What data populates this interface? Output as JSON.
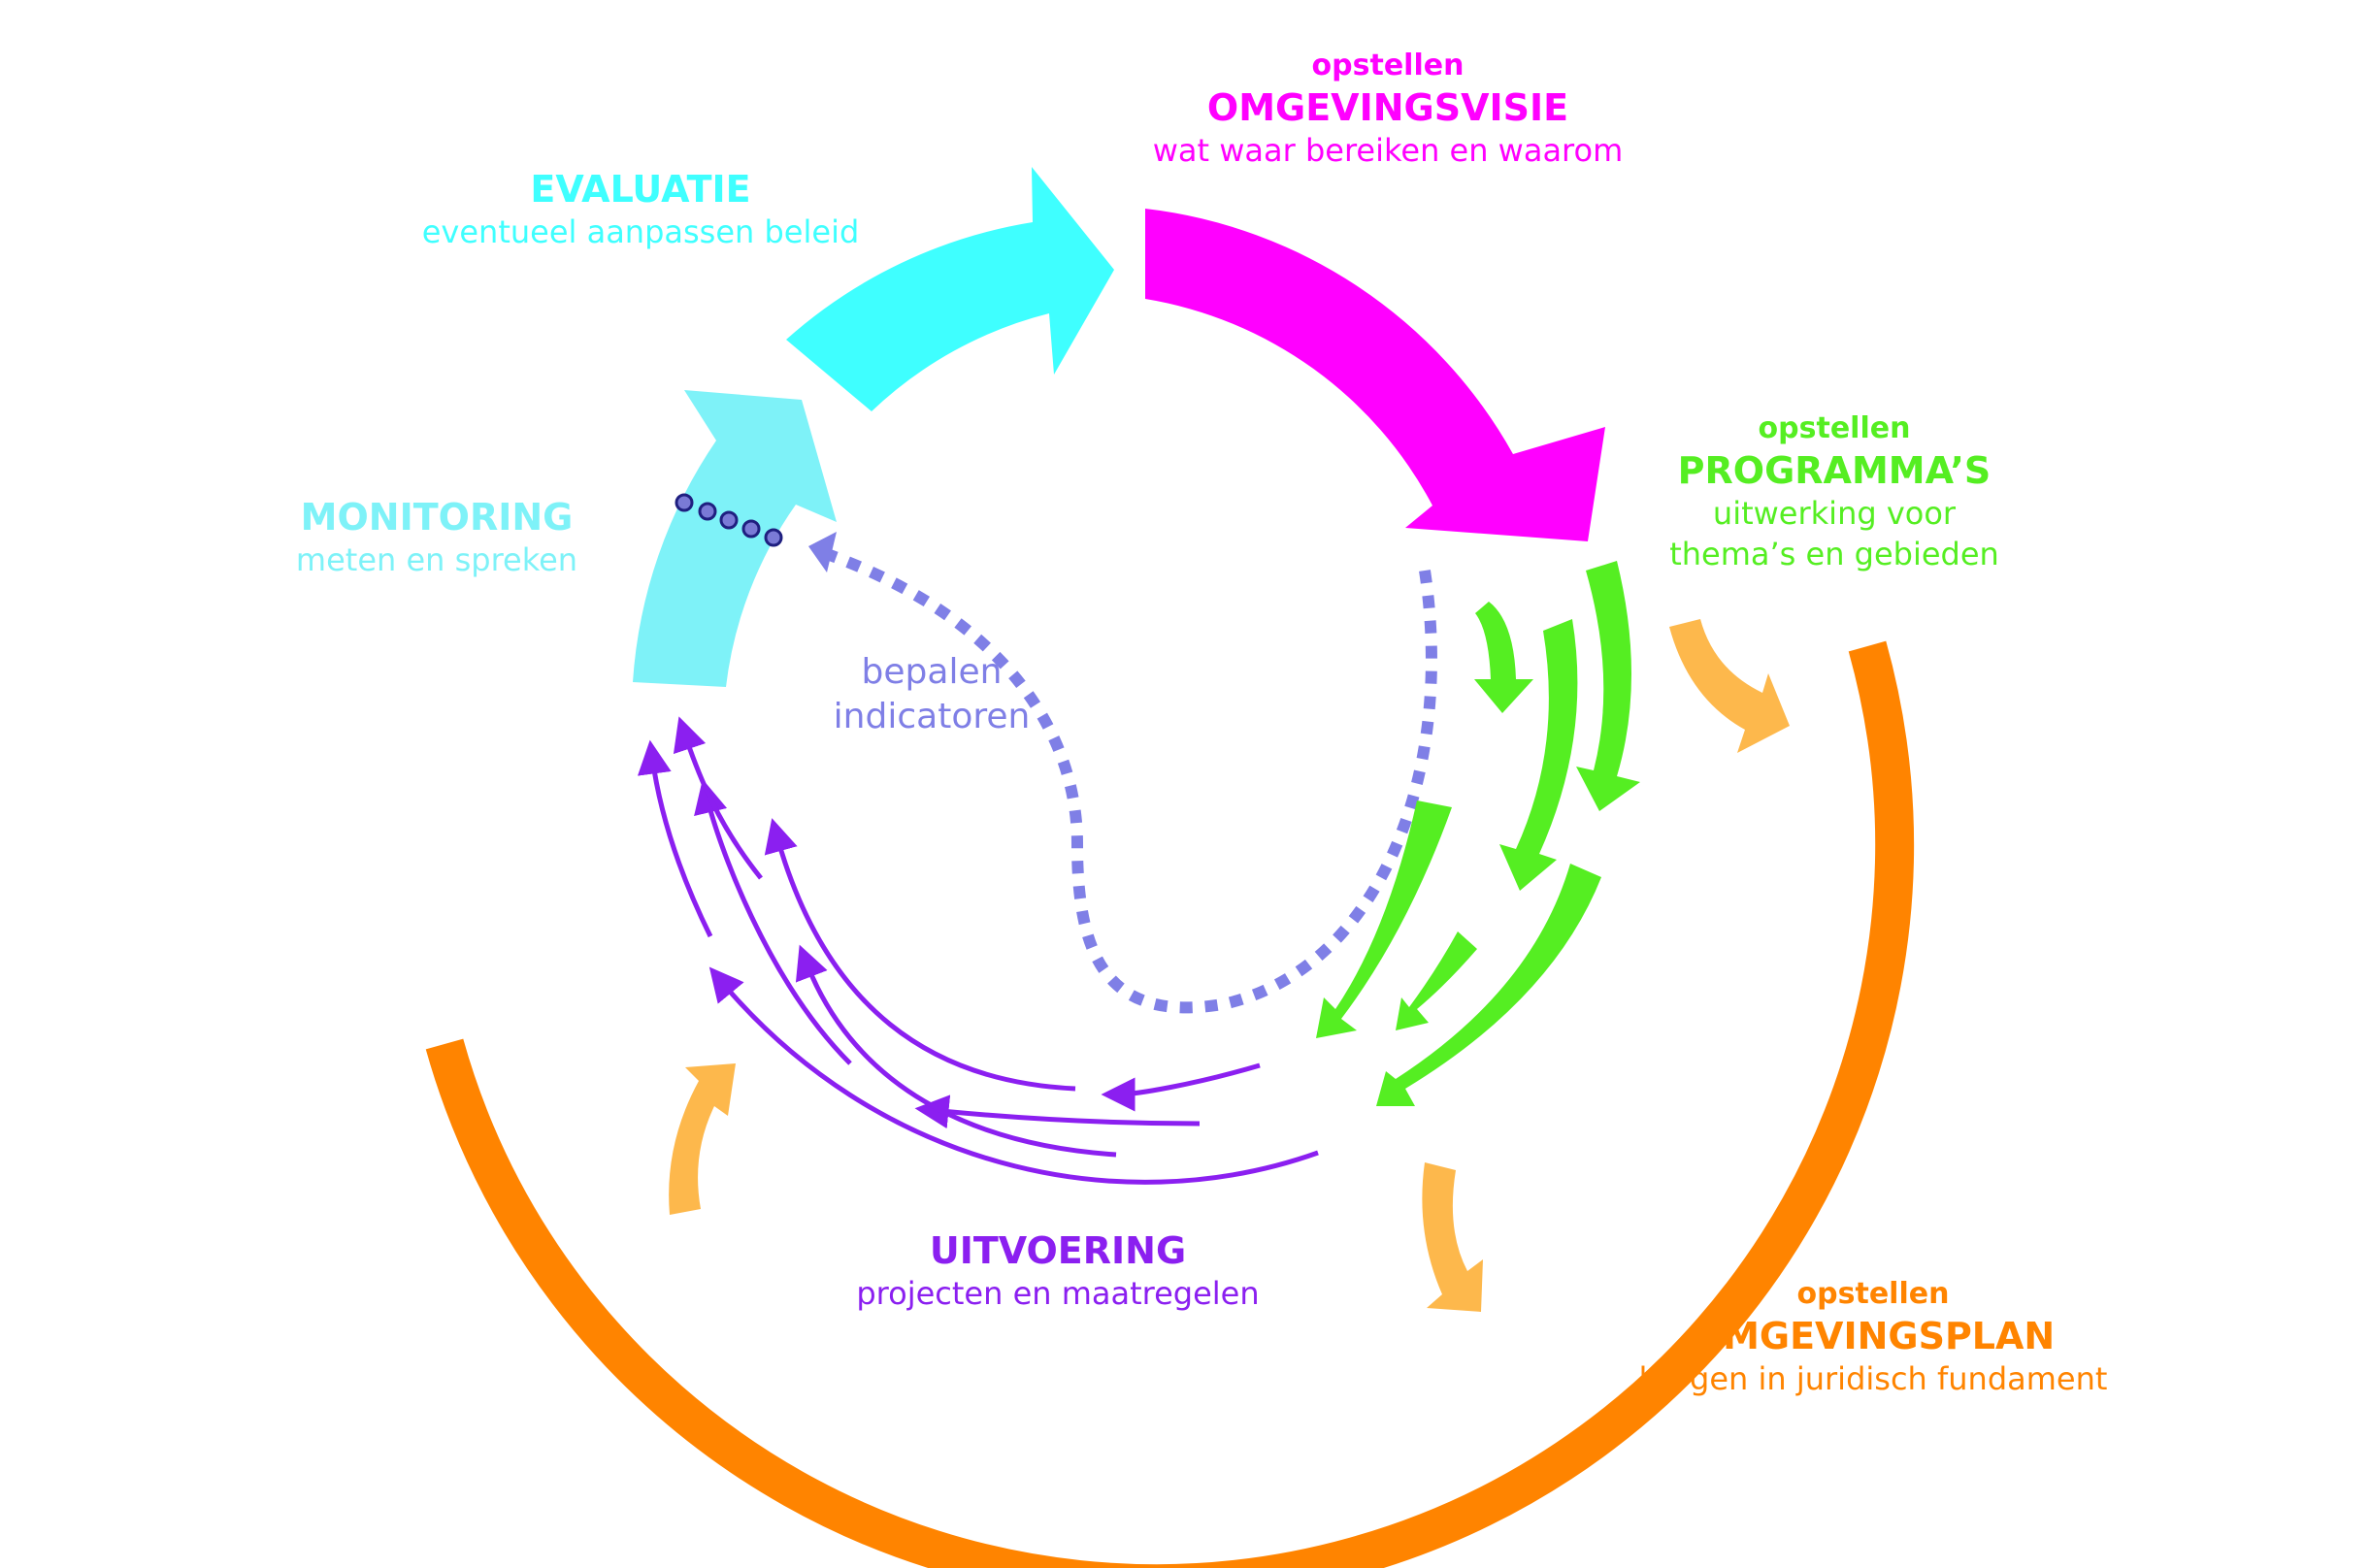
{
  "colors": {
    "visie": "#ff00ff",
    "programmas": "#55ee22",
    "plan": "#ff8400",
    "plan_light": "#fdb84c",
    "evaluatie": "#3fffff",
    "monitoring": "#7ef2f8",
    "uitvoering": "#8b1ff0",
    "indicatoren": "#7f7fe6",
    "monitor_dots_fill": "#7a7ad6",
    "monitor_dots_stroke": "#1f1f80"
  },
  "visie": {
    "prefix": "opstellen",
    "title": "OMGEVINGSVISIE",
    "subtitle": "wat waar bereiken en waarom"
  },
  "programmas": {
    "prefix": "opstellen",
    "title": "PROGRAMMA’S",
    "subtitle_line1": "uitwerking voor",
    "subtitle_line2": "thema’s en gebieden"
  },
  "plan": {
    "prefix": "opstellen",
    "title": "OMGEVINGSPLAN",
    "subtitle": "borgen in juridisch fundament"
  },
  "uitvoering": {
    "title": "UITVOERING",
    "subtitle": "projecten en maatregelen"
  },
  "monitoring": {
    "title": "MONITORING",
    "subtitle": "meten en spreken"
  },
  "evaluatie": {
    "title": "EVALUATIE",
    "subtitle": "eventueel aanpassen beleid"
  },
  "indicatoren": {
    "line1": "bepalen",
    "line2": "indicatoren"
  }
}
